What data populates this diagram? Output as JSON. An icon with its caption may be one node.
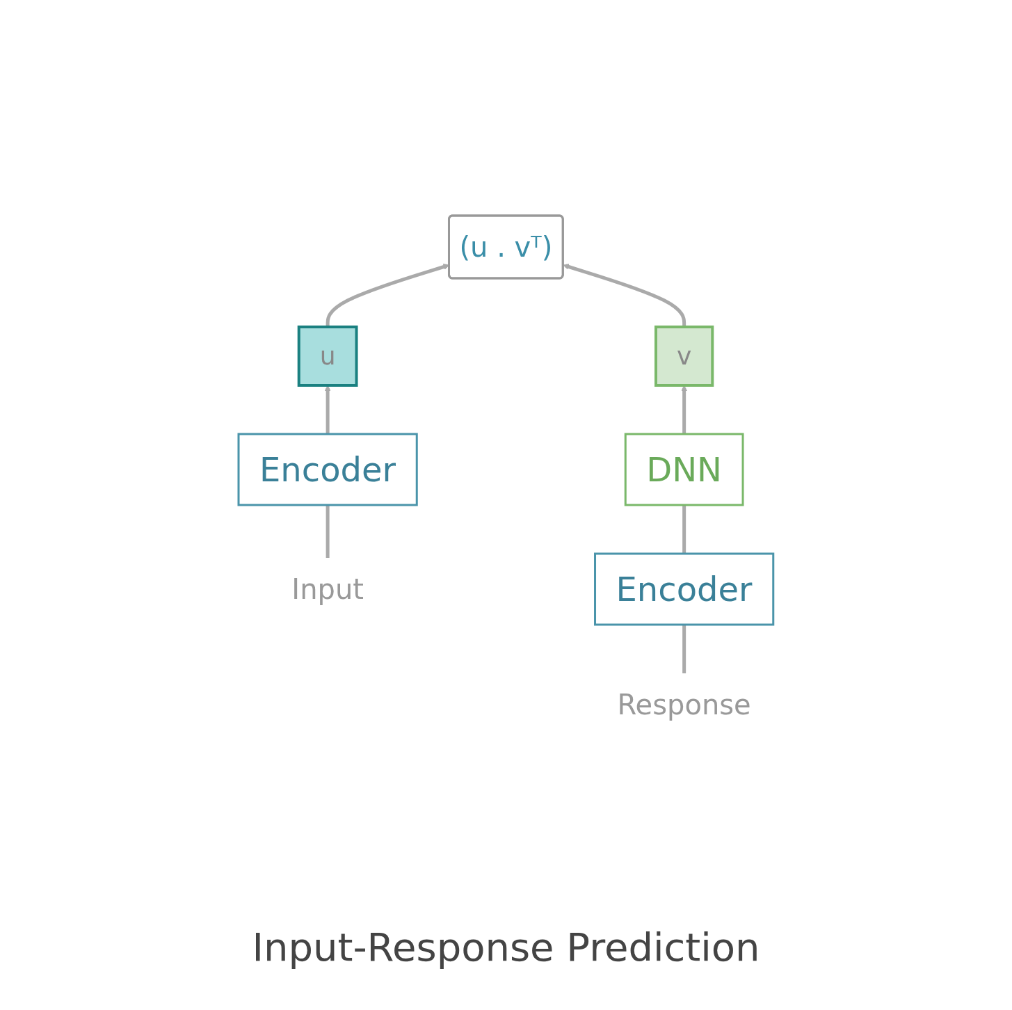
{
  "diagram": {
    "caption": "Input-Response Prediction",
    "nodes": [
      {
        "text": [
          "(u . vᵀ)"
        ]
      },
      {
        "text": [
          "u"
        ]
      },
      {
        "text": [
          "v"
        ]
      },
      {
        "text": [
          "DNN"
        ]
      },
      {
        "text": [
          "Encoder"
        ]
      },
      {
        "text": [
          "Encoder"
        ]
      },
      {
        "text": [
          "Input"
        ]
      },
      {
        "text": [
          "Response"
        ]
      }
    ],
    "edges": [
      {
        "from": 6,
        "to": 4,
        "arrow": "none"
      },
      {
        "from": 4,
        "to": 1,
        "arrow": "to"
      },
      {
        "from": 1,
        "to": 0,
        "arrow": "to"
      },
      {
        "from": 7,
        "to": 5,
        "arrow": "none"
      },
      {
        "from": 5,
        "to": 3,
        "arrow": "none"
      },
      {
        "from": 3,
        "to": 2,
        "arrow": "to"
      },
      {
        "from": 2,
        "to": 0,
        "arrow": "to"
      }
    ]
  }
}
